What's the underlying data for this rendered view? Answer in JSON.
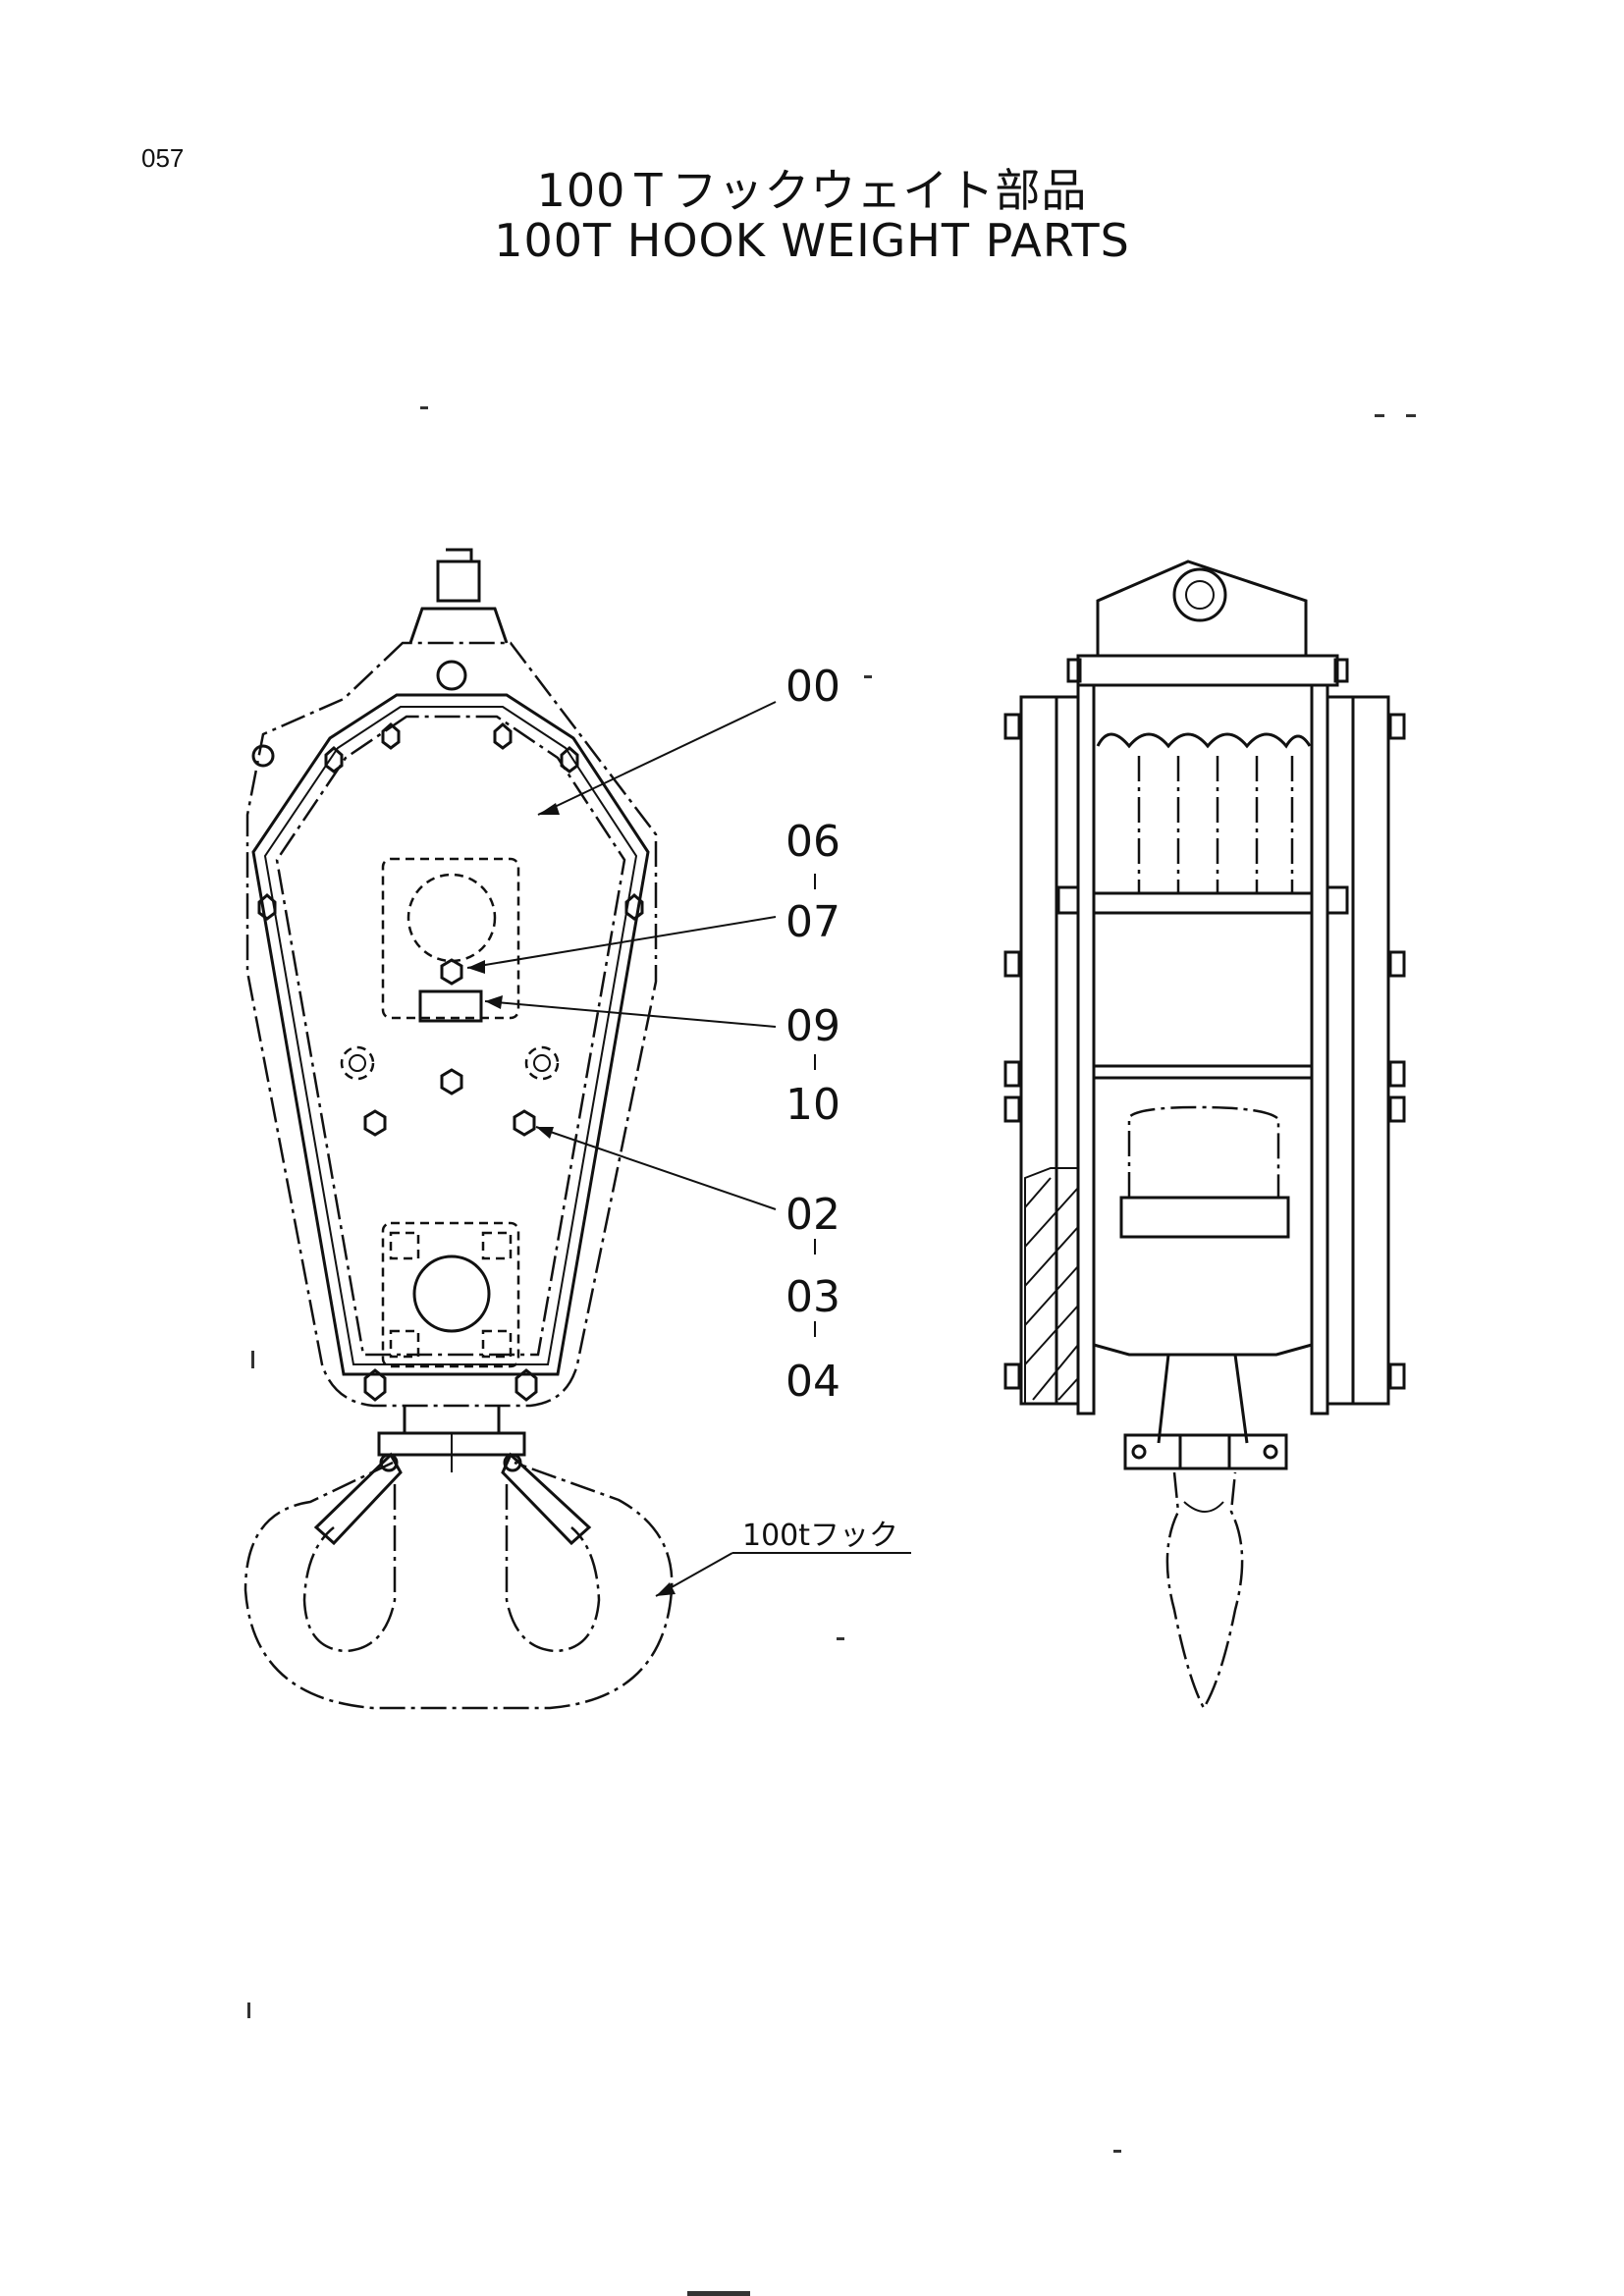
{
  "page": {
    "number": "057"
  },
  "title": {
    "japanese": "100Ｔフックウェイト部品",
    "english": "100T HOOK WEIGHT PARTS"
  },
  "callouts": {
    "c00": "00",
    "c06": "06",
    "c07": "07",
    "c09": "09",
    "c10": "10",
    "c02": "02",
    "c03": "03",
    "c04": "04"
  },
  "hook_label": "100tフック"
}
